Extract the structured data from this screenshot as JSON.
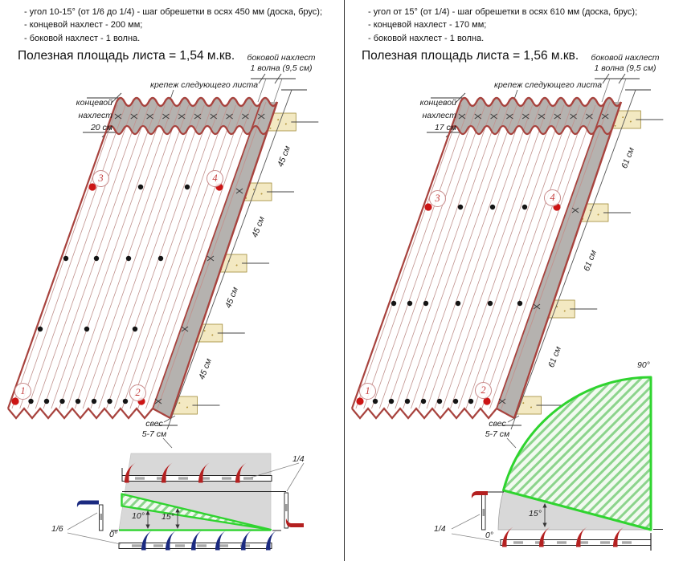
{
  "colors": {
    "sheet_red": "#a8433e",
    "thin_line": "#c1928e",
    "strip_gray": "#b5b2af",
    "batten_fill": "#f3e9c2",
    "batten_edge": "#a08a36",
    "speckle": "#b3953e",
    "green": "#2fd42f",
    "dot_red": "#cc1515",
    "dot_black": "#151515",
    "claw_red": "#b42020",
    "claw_blue": "#1b2a80"
  },
  "left": {
    "bullets": [
      "- угол 10-15° (от 1/6 до 1/4) - шаг обрешетки в осях 450 мм (доска, брус);",
      "- концевой нахлест - 200 мм;",
      "- боковой нахлест - 1 волна."
    ],
    "area": "Полезная площадь листа = 1,54 м.кв.",
    "side_overlap": {
      "line1": "боковой нахлест",
      "line2": "1 волна (9,5 см)"
    },
    "fastener": "крепеж следующего листа",
    "end_overlap": {
      "line1": "концевой",
      "line2": "нахлест",
      "line3": "20 см"
    },
    "dims": [
      "45 см",
      "45 см",
      "45 см",
      "45 см"
    ],
    "overhang": {
      "line1": "свес",
      "line2": "5-7 см"
    },
    "markers": [
      "1",
      "2",
      "3",
      "4"
    ],
    "slope": {
      "angle_low": "10°",
      "angle_high": "15°",
      "angle_zero": "0°",
      "ratio_top": "1/4",
      "ratio_bottom": "1/6"
    }
  },
  "right": {
    "bullets": [
      "- угол от 15° (от 1/4) - шаг обрешетки в осях 610 мм (доска, брус);",
      "- концевой нахлест - 170 мм;",
      "- боковой нахлест - 1 волна."
    ],
    "area": "Полезная площадь листа = 1,56 м.кв.",
    "side_overlap": {
      "line1": "боковой нахлест",
      "line2": "1 волна (9,5 см)"
    },
    "fastener": "крепеж следующего листа",
    "end_overlap": {
      "line1": "концевой",
      "line2": "нахлест",
      "line3": "17 см"
    },
    "dims": [
      "61 см",
      "61 см",
      "61 см"
    ],
    "overhang": {
      "line1": "свес",
      "line2": "5-7 см"
    },
    "markers": [
      "1",
      "2",
      "3",
      "4"
    ],
    "fan": {
      "angle_right": "90°",
      "angle_mid": "15°",
      "angle_zero": "0°",
      "ratio": "1/4"
    }
  }
}
